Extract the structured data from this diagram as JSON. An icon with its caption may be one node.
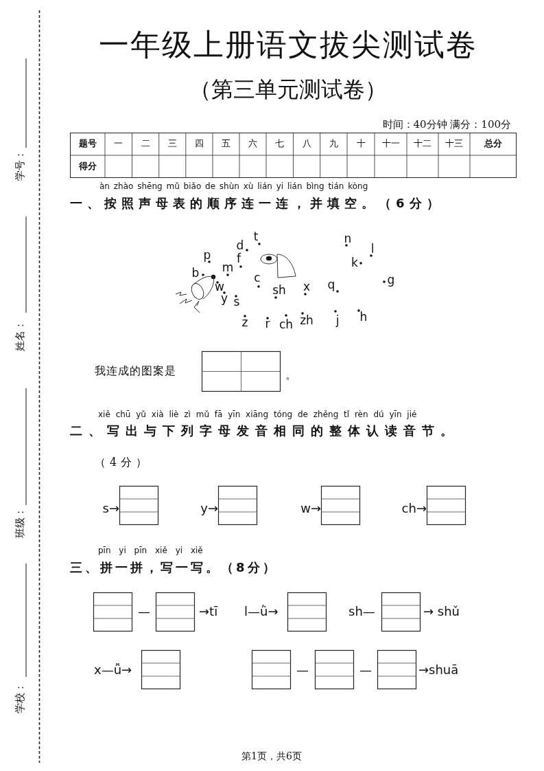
{
  "diagram": {
    "title": "一年级上册语文拔尖测试卷",
    "labels": [
      "（第三单元测试卷）",
      "时间：40分钟 满分：100分",
      "题号",
      "一",
      "二",
      "三",
      "四",
      "五",
      "六",
      "七",
      "八",
      "九",
      "十",
      "十一",
      "十二",
      "十三",
      "总分",
      "得分",
      "àn zhào shēng mǔ biǎo de shùn xù lián yi lián bìng tián kòng",
      "一、按照声母表的顺序连一连，并填空。（6分）",
      "d",
      "t",
      "n",
      "l",
      "p",
      "m",
      "f",
      "k",
      "b",
      "c",
      "g",
      "w",
      "sh",
      "x",
      "q",
      "y",
      "s",
      "z",
      "r",
      "ch",
      "zh",
      "j",
      "h",
      "我连成的图案是",
      "。",
      "xiě chū yǔ xià liè zì mǔ fā yīn xiāng tóng de zhěng tǐ rèn dú yīn jié",
      "二、写出与下列字母发音相同的整体认读音节。",
      "（4分）",
      "s→",
      "y→",
      "w→",
      "ch→",
      "pīn yi pīn xiě yi xiě",
      "三、拼一拼，写一写。（8分）",
      "—",
      "→tī",
      "l—ǜ→",
      "sh—",
      "→ shǔ",
      "x—ǚ→",
      "—",
      "—",
      "→shuā",
      "第1页，共6页",
      "学号：",
      "姓名：",
      "班级：",
      "学校："
    ]
  }
}
